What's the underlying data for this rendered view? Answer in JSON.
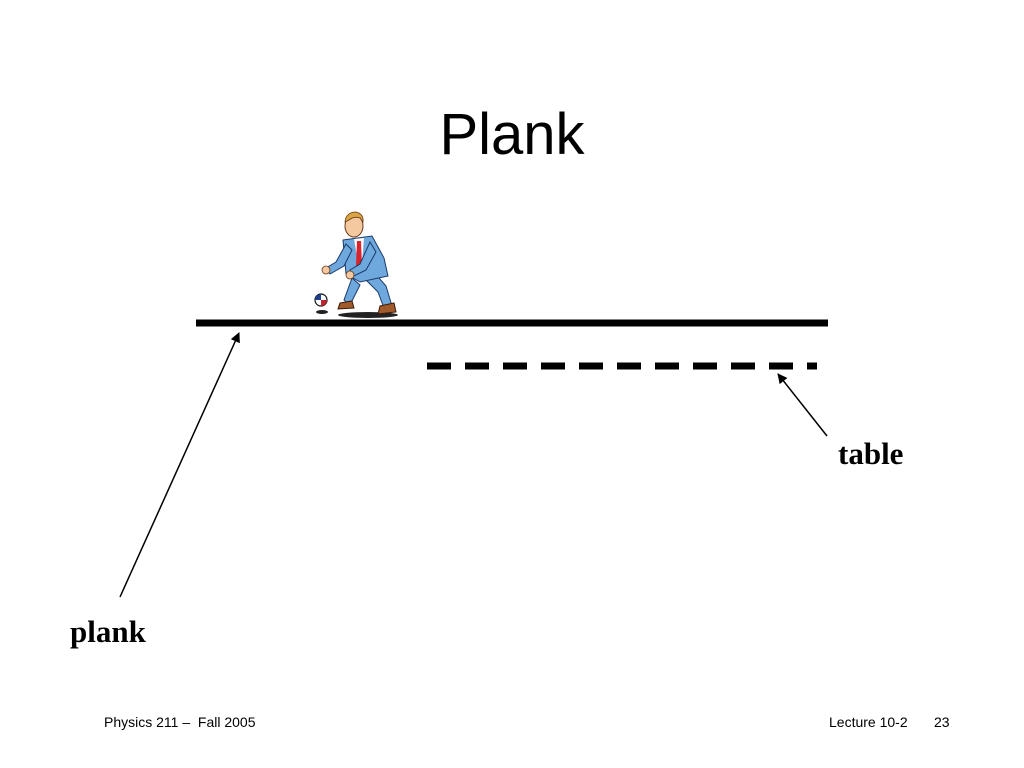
{
  "slide": {
    "title": "Plank"
  },
  "labels": {
    "table": "table",
    "plank": "plank"
  },
  "footer": {
    "course": "Physics 211 –  Fall 2005",
    "lecture": "Lecture 10-2",
    "page_number": "23"
  },
  "clipart": {
    "icon": "man-rolling-ball-icon",
    "colors": {
      "suit": "#6ea8dc",
      "tie": "#d8242c",
      "skin": "#f4c9a0",
      "hair": "#d9a441"
    }
  }
}
